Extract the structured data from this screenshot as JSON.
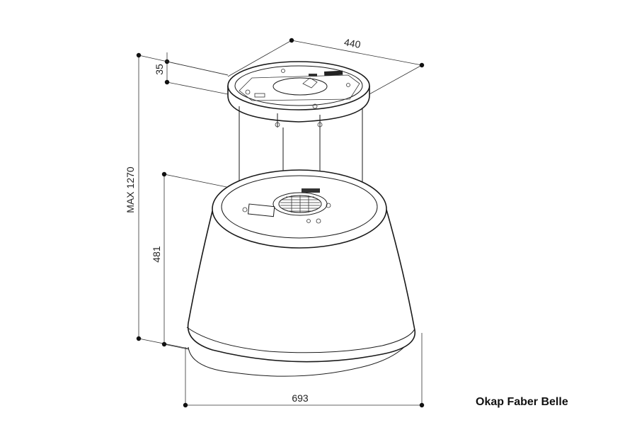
{
  "dimensions": {
    "top_width": "440",
    "top_height": "35",
    "total_height": "MAX 1270",
    "body_height": "481",
    "body_width": "693"
  },
  "caption": "Okap Faber Belle"
}
